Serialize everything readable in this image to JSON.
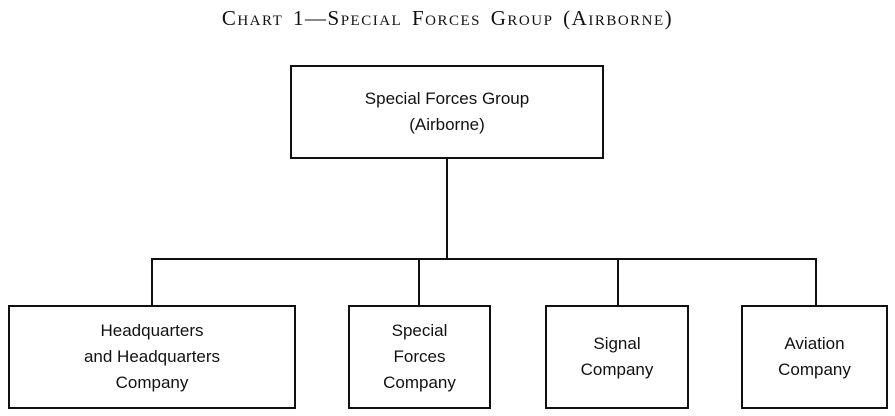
{
  "title": "Chart 1—Special Forces Group (Airborne)",
  "root": {
    "label": "Special Forces Group\n(Airborne)"
  },
  "children": [
    {
      "label": "Headquarters\nand Headquarters\nCompany"
    },
    {
      "label": "Special\nForces\nCompany"
    },
    {
      "label": "Signal\nCompany"
    },
    {
      "label": "Aviation\nCompany"
    }
  ]
}
